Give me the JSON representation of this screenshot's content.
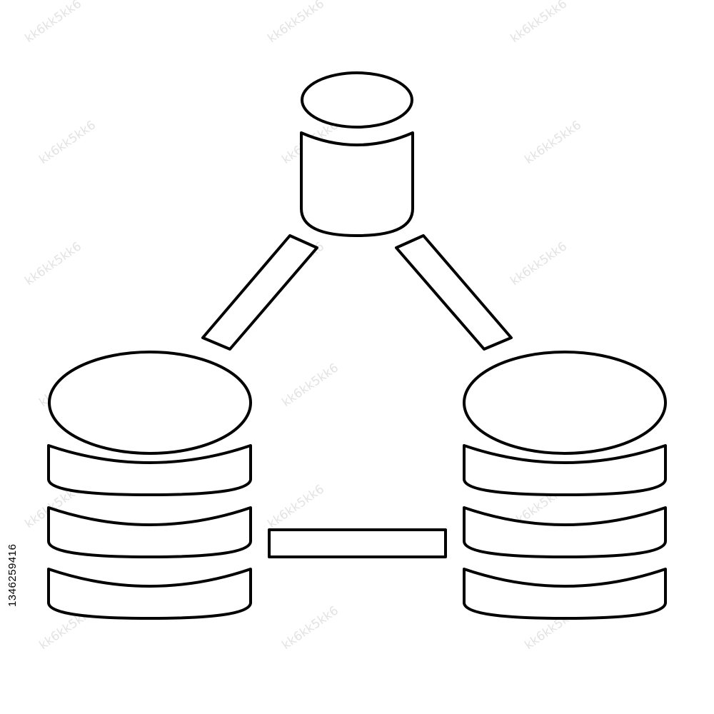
{
  "image": {
    "subject": "database-network-icon",
    "style": "black outline on white",
    "colors": {
      "stroke": "#000000",
      "background": "#ffffff",
      "watermark": "#e3e3e3"
    }
  },
  "nodes": [
    {
      "id": "top-database",
      "icon": "database-cylinder-icon",
      "disks": 1
    },
    {
      "id": "left-database",
      "icon": "database-stack-icon",
      "disks": 3
    },
    {
      "id": "right-database",
      "icon": "database-stack-icon",
      "disks": 3
    }
  ],
  "links": [
    {
      "from": "top-database",
      "to": "left-database"
    },
    {
      "from": "top-database",
      "to": "right-database"
    },
    {
      "from": "left-database",
      "to": "right-database"
    }
  ],
  "watermark": {
    "text": "kk6kk5kk6",
    "stock_id": "134625941 6",
    "stock_id_compact": "1346259416"
  }
}
